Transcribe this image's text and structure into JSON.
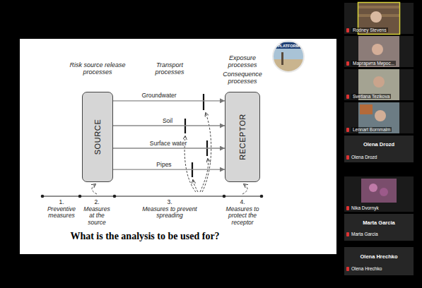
{
  "diagram": {
    "title": "What is the analysis to be used for?",
    "nodes": [
      {
        "text": [
          "SOURCE"
        ]
      },
      {
        "text": [
          "RECEPTOR"
        ]
      }
    ],
    "edges": [
      {
        "from": 0,
        "to": 1,
        "arrow": "to",
        "label": "Groundwater"
      },
      {
        "from": 0,
        "to": 1,
        "arrow": "to",
        "label": "Soil"
      },
      {
        "from": 0,
        "to": 1,
        "arrow": "to",
        "label": "Surface water"
      },
      {
        "from": 0,
        "to": 1,
        "arrow": "to",
        "label": "Pipes"
      }
    ],
    "labels": [
      "Risk source release processes",
      "Transport processes",
      "Exposure processes",
      "Consequence processes",
      "1.",
      "Preventive measures",
      "2.",
      "Measures at the source",
      "3.",
      "Measures to prevent spreading",
      "4.",
      "Measures to protect the receptor",
      "PLATFORM",
      "Rodney Stevens",
      "Маргарита Мирос...",
      "Svetlana Tezikova",
      "Lennart Bornmalm",
      "Olena Drozd",
      "Olena Drozd",
      "Nika Dvornyk",
      "Marta Garcia",
      "Marta Garcia",
      "Olena Hrechko",
      "Olena Hrechko"
    ]
  }
}
